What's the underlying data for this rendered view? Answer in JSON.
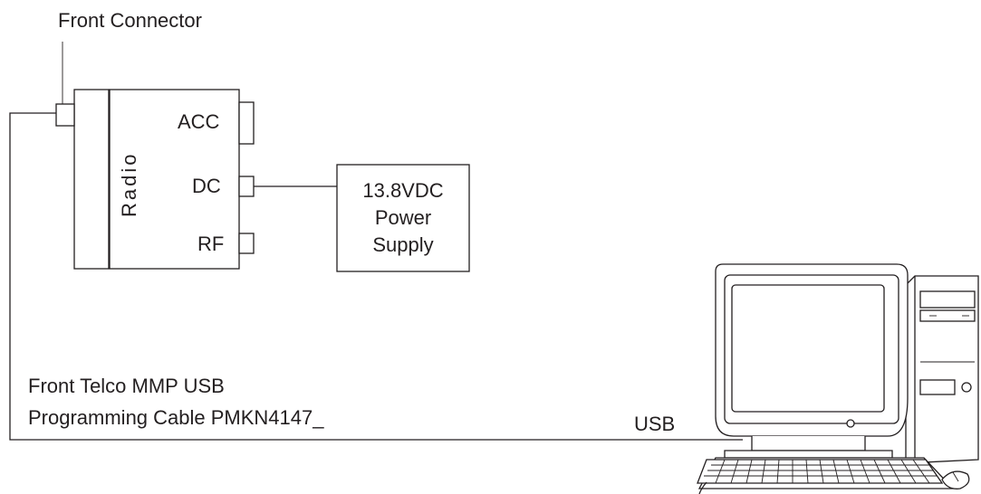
{
  "labels": {
    "front_connector": "Front Connector",
    "radio": "Radio",
    "acc": "ACC",
    "dc": "DC",
    "rf": "RF",
    "power_supply_line1": "13.8VDC",
    "power_supply_line2": "Power",
    "power_supply_line3": "Supply",
    "cable_line1": "Front Telco MMP USB",
    "cable_line2": "Programming Cable PMKN4147_",
    "usb": "USB"
  },
  "icons": {
    "computer": "desktop-computer-icon",
    "keyboard": "keyboard-icon",
    "mouse": "mouse-icon"
  },
  "colors": {
    "stroke": "#231f20",
    "background": "#ffffff"
  }
}
